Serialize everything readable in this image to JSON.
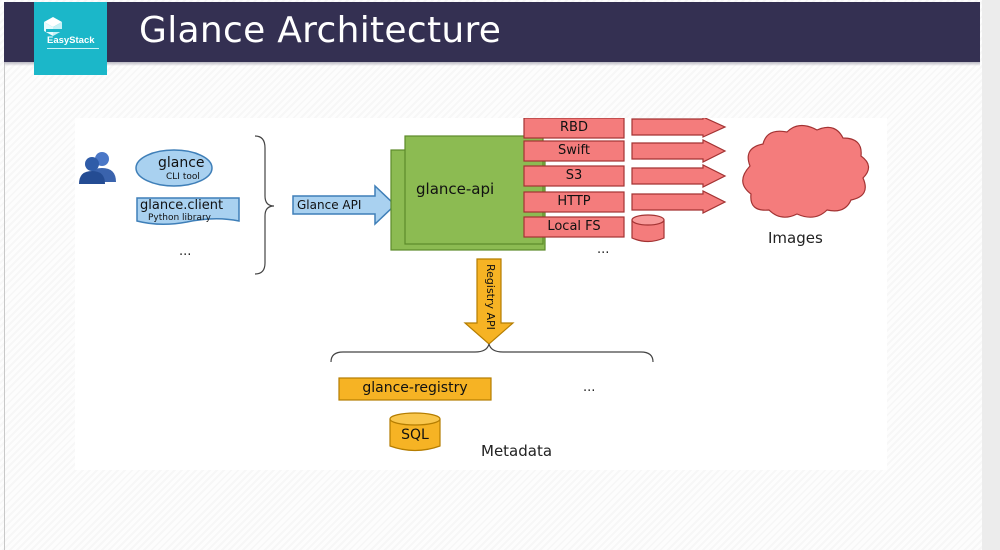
{
  "header": {
    "title": "Glance Architecture",
    "logo_text": "EasyStack"
  },
  "clients": {
    "glance_label": "glance",
    "glance_sub": "CLI tool",
    "client_label": "glance.client",
    "client_sub": "Python library",
    "more": "..."
  },
  "api_arrow_label": "Glance API",
  "api_box_label": "glance-api",
  "stores": [
    "RBD",
    "Swift",
    "S3",
    "HTTP",
    "Local FS"
  ],
  "stores_more": "...",
  "images_label": "Images",
  "registry_api_label": "Registry API",
  "registry_label": "glance-registry",
  "registry_more": "...",
  "sql_label": "SQL",
  "metadata_label": "Metadata",
  "colors": {
    "header_bg": "#343052",
    "logo_bg": "#1bb7c9",
    "api_green": "#8cbb52",
    "store_red": "#f47c7c",
    "registry_orange": "#f6b324",
    "client_blue": "#a9d1f0"
  },
  "icons": [
    "users-icon",
    "cloud-icon",
    "database-icon"
  ]
}
